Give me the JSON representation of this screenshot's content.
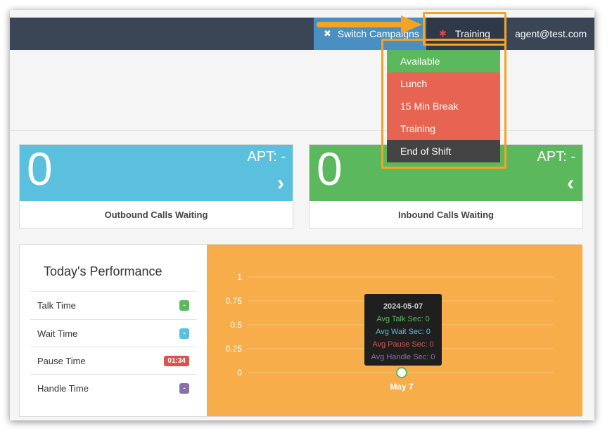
{
  "topbar": {
    "switch_label": "Switch Campaigns",
    "status_label": "Training",
    "agent": "agent@test.com"
  },
  "dropdown": {
    "items": [
      {
        "label": "Available",
        "color": "#5cb85c"
      },
      {
        "label": "Lunch",
        "color": "#e86452"
      },
      {
        "label": "15 Min Break",
        "color": "#e86452"
      },
      {
        "label": "Training",
        "color": "#e86452"
      },
      {
        "label": "End of Shift",
        "color": "#444444"
      }
    ]
  },
  "cards": [
    {
      "count": "0",
      "apt": "APT: -",
      "chevron": "›",
      "label": "Outbound Calls Waiting",
      "color": "#5bc0de"
    },
    {
      "count": "0",
      "apt": "APT: -",
      "chevron": "‹",
      "label": "Inbound Calls Waiting",
      "color": "#5cb85c"
    }
  ],
  "performance": {
    "title": "Today's Performance",
    "rows": [
      {
        "label": "Talk Time",
        "value": "-",
        "color": "#5cb85c"
      },
      {
        "label": "Wait Time",
        "value": "-",
        "color": "#5bc0de"
      },
      {
        "label": "Pause Time",
        "value": "01:34",
        "color": "#d9534f"
      },
      {
        "label": "Handle Time",
        "value": "-",
        "color": "#8a6fa8"
      }
    ]
  },
  "chart_data": {
    "type": "line",
    "categories": [
      "May 7"
    ],
    "ylim": [
      0,
      1
    ],
    "yticks": [
      "1",
      "0.75",
      "0.5",
      "0.25",
      "0"
    ],
    "series": [
      {
        "name": "Avg Talk Sec",
        "values": [
          0
        ],
        "color": "#5cb85c"
      },
      {
        "name": "Avg Wait Sec",
        "values": [
          0
        ],
        "color": "#5bc0de"
      },
      {
        "name": "Avg Pause Sec",
        "values": [
          0
        ],
        "color": "#d9534f"
      },
      {
        "name": "Avg Handle Sec",
        "values": [
          0
        ],
        "color": "#8a6fa8"
      }
    ],
    "tooltip": {
      "date": "2024-05-07",
      "lines": [
        "Avg Talk Sec: 0",
        "Avg Wait Sec: 0",
        "Avg Pause Sec: 0",
        "Avg Handle Sec: 0"
      ]
    },
    "background": "#f6ad4a"
  }
}
